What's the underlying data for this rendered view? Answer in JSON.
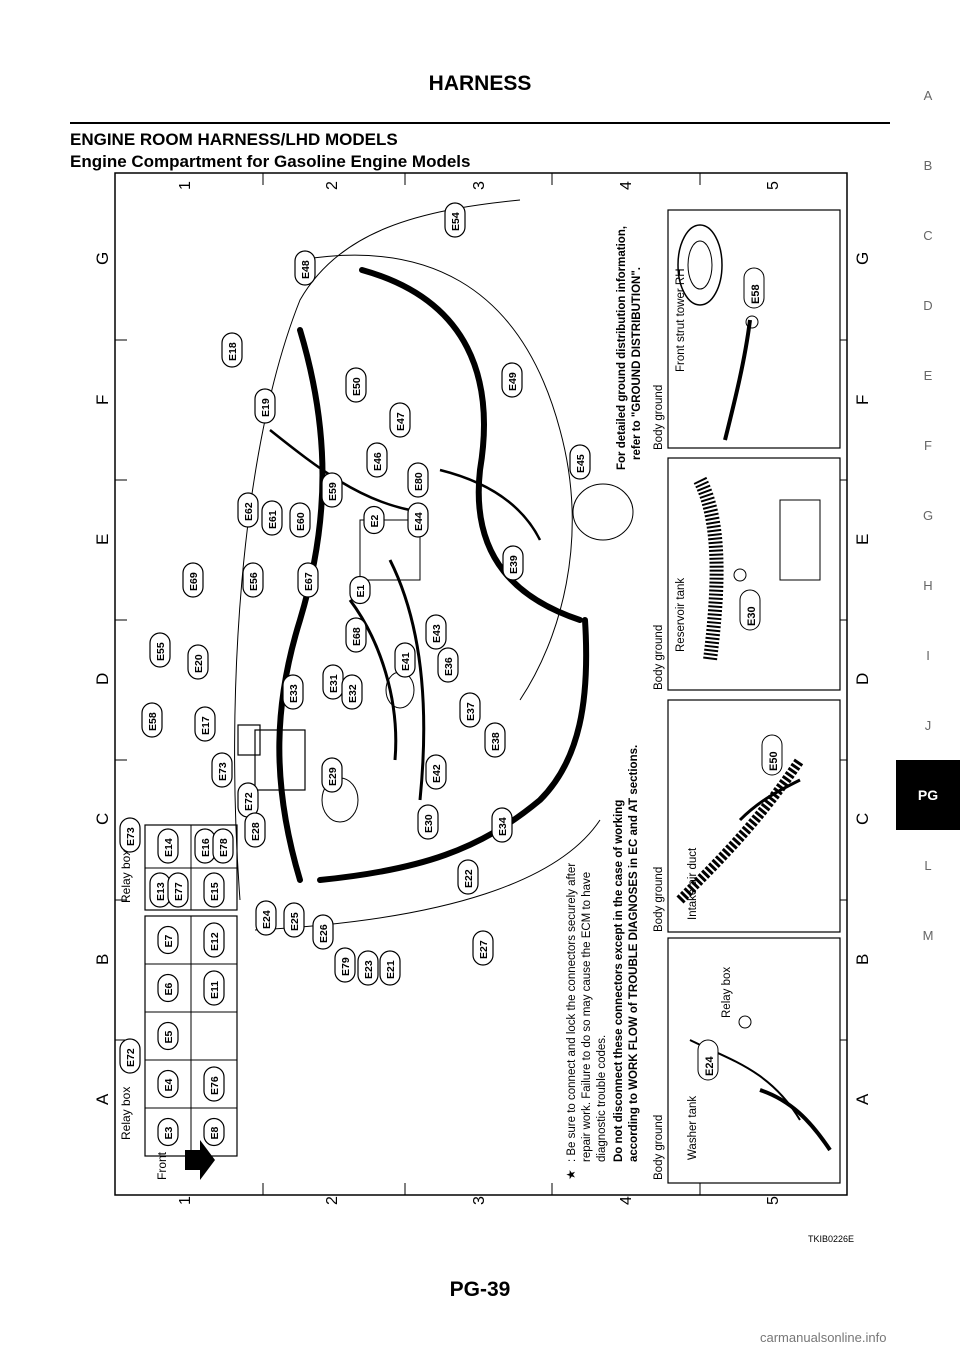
{
  "header": {
    "title": "HARNESS"
  },
  "section": {
    "heading": "ENGINE ROOM HARNESS/LHD MODELS",
    "subheading": "Engine Compartment for Gasoline Engine Models"
  },
  "side_tabs": [
    {
      "label": "A"
    },
    {
      "label": "B"
    },
    {
      "label": "C"
    },
    {
      "label": "D"
    },
    {
      "label": "E"
    },
    {
      "label": "F"
    },
    {
      "label": "G"
    },
    {
      "label": "H"
    },
    {
      "label": "I"
    },
    {
      "label": "J"
    },
    {
      "label": "PG",
      "active": true
    },
    {
      "label": "L"
    },
    {
      "label": "M"
    }
  ],
  "grid": {
    "rows": [
      "G",
      "F",
      "E",
      "D",
      "C",
      "B",
      "A"
    ],
    "cols": [
      "1",
      "2",
      "3",
      "4",
      "5"
    ]
  },
  "diagram": {
    "front_label": "Front",
    "relay_box_a": {
      "title": "Relay box",
      "id": "E72",
      "top_row": [
        "E3",
        "E4",
        "E5",
        "E6",
        "E7"
      ],
      "bottom_row": [
        "E8",
        "E76",
        "E11",
        "E12"
      ]
    },
    "relay_box_b": {
      "title": "Relay box",
      "id": "E73",
      "top_row": [
        "E13",
        "E77",
        "E14"
      ],
      "bottom_row": [
        "E15",
        "E16",
        "E78"
      ]
    },
    "connectors": [
      "E54",
      "E48",
      "E18",
      "E50",
      "E49",
      "E19",
      "E47",
      "E46",
      "E80",
      "E45",
      "E62",
      "E61",
      "E60",
      "E59",
      "E2",
      "E44",
      "E39",
      "E69",
      "E56",
      "E67",
      "E1",
      "E43",
      "E55",
      "E20",
      "E68",
      "E41",
      "E36",
      "E31",
      "E32",
      "E33",
      "E58",
      "E17",
      "E37",
      "E38",
      "E73",
      "E42",
      "E72",
      "E29",
      "E30",
      "E34",
      "E28",
      "E22",
      "E24",
      "E25",
      "E26",
      "E79",
      "E23",
      "E21",
      "E27"
    ],
    "note_star": "Be sure to connect and lock the connectors securely after repair work. Failure to do so may cause the ECM to have diagnostic trouble codes.",
    "note_bold": "Do not disconnect these connectors except in the case of working according to WORK FLOW of TROUBLE DIAGNOSES in EC and AT sections.",
    "ground_note_line1": "For detailed ground distribution information,",
    "ground_note_line2": "refer to \"GROUND DISTRIBUTION\".",
    "insets": [
      {
        "caption": "Body ground",
        "labels": [
          "Washer tank",
          "Relay box"
        ],
        "connector": "E24"
      },
      {
        "caption": "Body ground",
        "labels": [
          "Intake air duct"
        ],
        "connector": "E50"
      },
      {
        "caption": "Body ground",
        "labels": [
          "Reservoir tank"
        ],
        "connector": "E30"
      },
      {
        "caption": "Body ground",
        "labels": [
          "Front strut tower RH"
        ],
        "connector": "E58"
      }
    ],
    "figure_code": "TKIB0226E"
  },
  "footer": {
    "page": "PG-39"
  },
  "watermark": "carmanualsonline.info"
}
